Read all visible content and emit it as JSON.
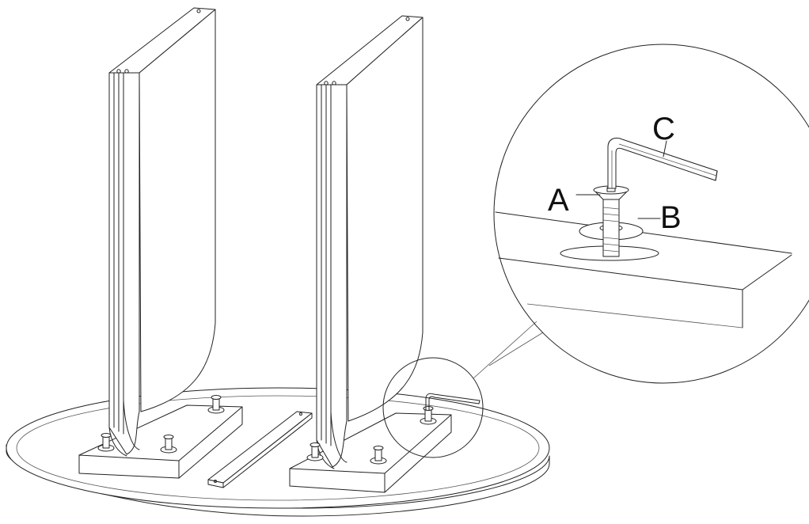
{
  "diagram": {
    "labels": {
      "a": "A",
      "b": "B",
      "c": "C"
    },
    "parts": {
      "a": "screw",
      "b": "washer",
      "c": "hex-key"
    },
    "colors": {
      "stroke": "#222222",
      "background": "#ffffff"
    }
  }
}
